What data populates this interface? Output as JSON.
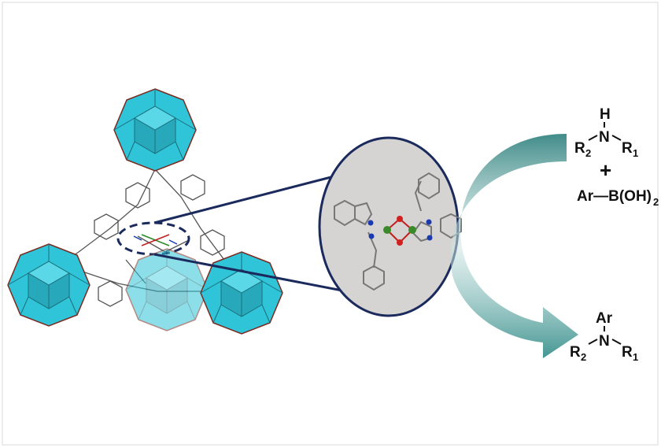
{
  "reactant_amine": {
    "h": "H",
    "n": "N",
    "r_left": {
      "letter": "R",
      "sub": "2"
    },
    "r_right": {
      "letter": "R",
      "sub": "1"
    }
  },
  "plus": "+",
  "boronic_acid": {
    "text": "Ar—B(OH)",
    "sub": "2"
  },
  "product_amine": {
    "ar": "Ar",
    "n": "N",
    "r_left": {
      "letter": "R",
      "sub": "2"
    },
    "r_right": {
      "letter": "R",
      "sub": "1"
    }
  },
  "colors": {
    "polyhedron": "#2fc4d8",
    "ellipse_fill": "#d6d4d2",
    "navy": "#1b2a5c",
    "arrow": "#2e8a86"
  }
}
